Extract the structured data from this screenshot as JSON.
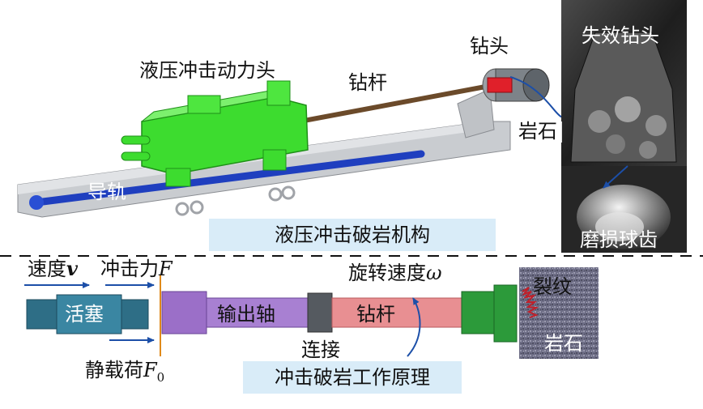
{
  "upper": {
    "power_head": "液压冲击动力头",
    "drill_rod": "钻杆",
    "drill_bit": "钻头",
    "failed_bit": "失效钻头",
    "rock": "岩石",
    "guide_rail": "导轨",
    "worn_button": "磨损球齿",
    "banner": "液压冲击破岩机构"
  },
  "lower": {
    "velocity": "速度",
    "velocity_symbol": "v",
    "impact_force": "冲击力",
    "impact_force_symbol": "F",
    "piston": "活塞",
    "output_shaft": "输出轴",
    "drill_rod": "钻杆",
    "rotation_speed": "旋转速度",
    "rotation_symbol": "ω",
    "connection": "连接",
    "static_load": "静载荷",
    "static_load_symbol": "F",
    "static_load_sub": "0",
    "crack": "裂纹",
    "rock": "岩石",
    "banner": "冲击破岩工作原理"
  },
  "colors": {
    "hammer_green": "#3ddc2f",
    "rod_brown": "#6b4a2a",
    "guide_blue": "#1f3fbf",
    "piston_teal": "#2e6e86",
    "shaft_purple": "#9b6fc8",
    "rod_pink": "#e88f92",
    "bit_green": "#2c9a3a",
    "banner_blue": "#d9ecf8",
    "arrow_blue": "#1c4fa8"
  }
}
